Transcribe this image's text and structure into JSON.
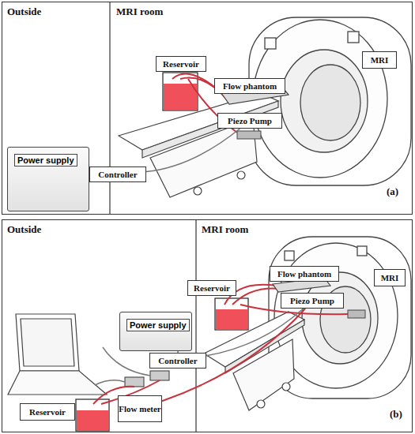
{
  "diagram": {
    "nodes": [
      {
        "text": [
          "Outside",
          "MRI room",
          "(a)"
        ]
      },
      {
        "text": [
          "MRI"
        ],
        "in": 0
      },
      {
        "text": [
          "Reservoir"
        ],
        "in": 0
      },
      {
        "text": [
          "Flow phantom"
        ],
        "in": 0
      },
      {
        "text": [
          "Piezo Pump"
        ],
        "in": 0
      },
      {
        "text": [
          "Power supply"
        ],
        "in": 0
      },
      {
        "text": [
          "Controller"
        ],
        "in": 0
      },
      {
        "text": [
          "Outside",
          "MRI room",
          "(b)"
        ]
      },
      {
        "text": [
          "MRI"
        ],
        "in": 7
      },
      {
        "text": [
          "Reservoir"
        ],
        "in": 7
      },
      {
        "text": [
          "Flow phantom"
        ],
        "in": 7
      },
      {
        "text": [
          "Piezo Pump"
        ],
        "in": 7
      },
      {
        "text": [
          "Power supply"
        ],
        "in": 7
      },
      {
        "text": [
          "Controller"
        ],
        "in": 7
      },
      {
        "text": [
          "Reservoir"
        ],
        "in": 7
      },
      {
        "text": [
          "Flow meter"
        ],
        "in": 7
      }
    ],
    "edges": [
      {
        "from": 5,
        "to": 6,
        "arrow": "none"
      },
      {
        "from": 6,
        "to": 4,
        "arrow": "none"
      },
      {
        "from": 12,
        "to": 13,
        "arrow": "none"
      },
      {
        "from": 13,
        "to": 11,
        "arrow": "none"
      },
      {
        "from": 15,
        "to": 11,
        "arrow": "none"
      }
    ]
  }
}
